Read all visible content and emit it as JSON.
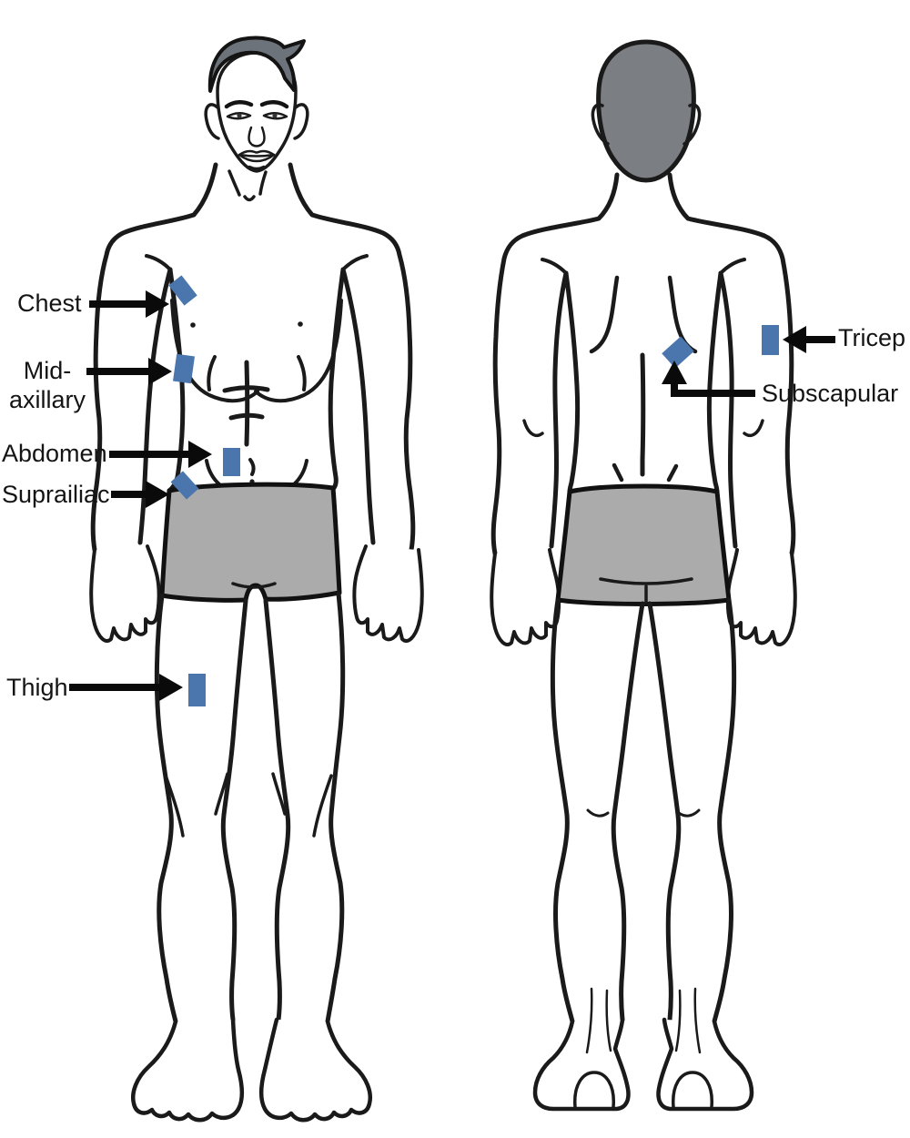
{
  "labels": {
    "chest": "Chest",
    "mid_axillary_line1": "Mid-",
    "mid_axillary_line2": "axillary",
    "abdomen": "Abdomen",
    "suprailiac": "Suprailiac",
    "thigh": "Thigh",
    "tricep": "Tricep",
    "subscapular": "Subscapular"
  },
  "colors": {
    "marker_blue": "#4a76ad",
    "shorts_gray": "#ababab",
    "back_head_gray": "#7b7f83",
    "hair_gray": "#6d737a",
    "outline_black": "#1a1a1a",
    "arrow_black": "#0a0a0a"
  }
}
